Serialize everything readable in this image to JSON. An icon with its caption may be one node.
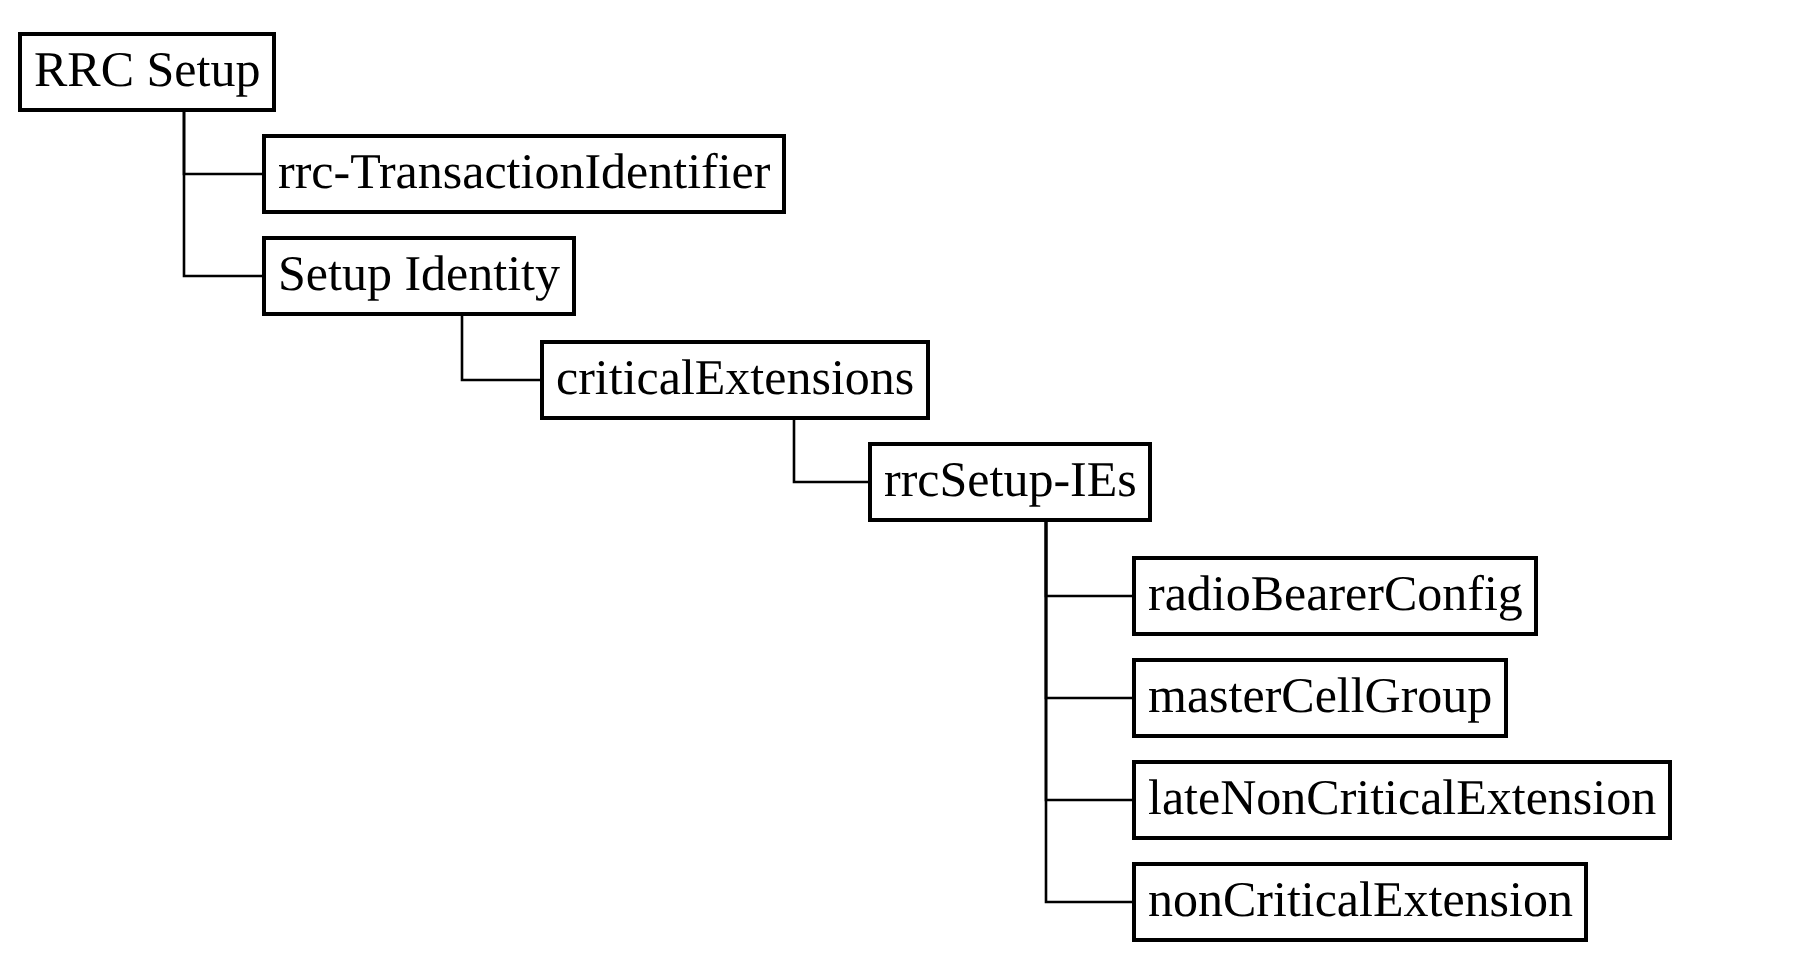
{
  "diagram": {
    "nodes": [
      {
        "text": [
          "RRC Setup"
        ]
      },
      {
        "text": [
          "rrc-TransactionIdentifier"
        ]
      },
      {
        "text": [
          "Setup Identity"
        ]
      },
      {
        "text": [
          "criticalExtensions"
        ]
      },
      {
        "text": [
          "rrcSetup-IEs"
        ]
      },
      {
        "text": [
          "radioBearerConfig"
        ]
      },
      {
        "text": [
          "masterCellGroup"
        ]
      },
      {
        "text": [
          "lateNonCriticalExtension"
        ]
      },
      {
        "text": [
          "nonCriticalExtension"
        ]
      }
    ],
    "edges": [
      {
        "from": 0,
        "to": 1,
        "arrow": "none"
      },
      {
        "from": 0,
        "to": 2,
        "arrow": "none"
      },
      {
        "from": 2,
        "to": 3,
        "arrow": "none"
      },
      {
        "from": 3,
        "to": 4,
        "arrow": "none"
      },
      {
        "from": 4,
        "to": 5,
        "arrow": "none"
      },
      {
        "from": 4,
        "to": 6,
        "arrow": "none"
      },
      {
        "from": 4,
        "to": 7,
        "arrow": "none"
      },
      {
        "from": 4,
        "to": 8,
        "arrow": "none"
      }
    ]
  }
}
